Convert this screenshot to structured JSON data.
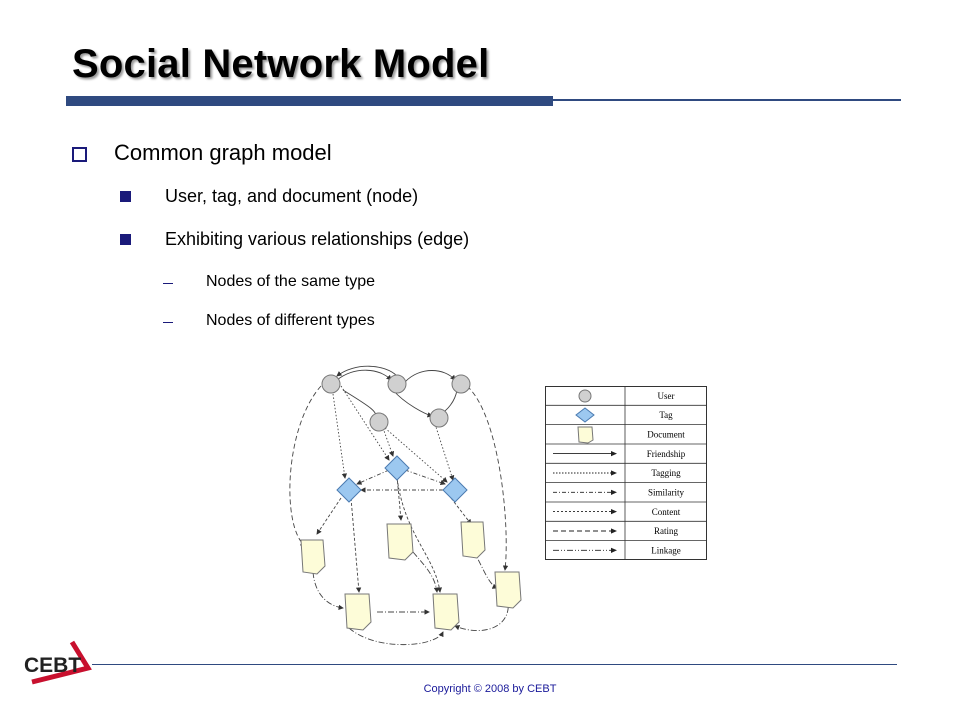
{
  "slide": {
    "title": "Social Network Model",
    "bullets": {
      "level1": "Common graph model",
      "level2": [
        "User, tag, and document (node)",
        "Exhibiting various relationships (edge)"
      ],
      "level3": [
        "Nodes of the same type",
        "Nodes of different types"
      ]
    }
  },
  "legend": {
    "rows": [
      {
        "symbol": "user-circle",
        "label": "User"
      },
      {
        "symbol": "tag-diamond",
        "label": "Tag"
      },
      {
        "symbol": "document-page",
        "label": "Document"
      },
      {
        "symbol": "solid-arrow",
        "label": "Friendship"
      },
      {
        "symbol": "dotted-arrow",
        "label": "Tagging"
      },
      {
        "symbol": "dash-dot-arrow",
        "label": "Similarity"
      },
      {
        "symbol": "dashed-arrow",
        "label": "Content"
      },
      {
        "symbol": "long-dash-arrow",
        "label": "Rating"
      },
      {
        "symbol": "dash-dot-dot-arrow",
        "label": "Linkage"
      }
    ]
  },
  "footer": {
    "logo_text": "CEBT",
    "copyright": "Copyright © 2008 by CEBT"
  },
  "colors": {
    "accent": "#2f4a80",
    "bullet": "#1a1a7a",
    "user_fill": "#d0d0d0",
    "tag_fill": "#9cc8f0",
    "document_fill": "#fdfcd8",
    "logo_red": "#c8102e"
  }
}
